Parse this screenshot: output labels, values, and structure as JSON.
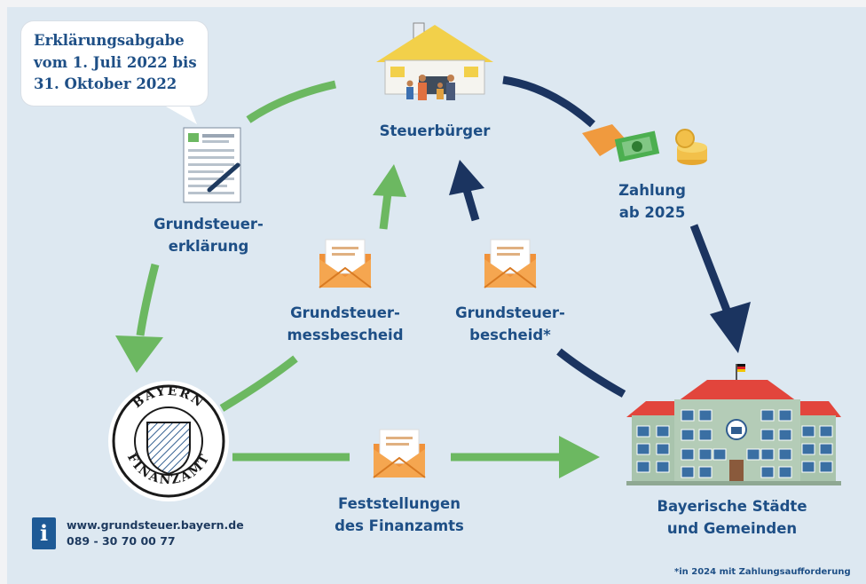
{
  "callout": {
    "line1": "Erklärungsabgabe",
    "line2": "vom 1. Juli 2022 bis",
    "line3": "31. Oktober 2022"
  },
  "nodes": {
    "steuerbuerger": "Steuerbürger",
    "erklaerung_line1": "Grundsteuer-",
    "erklaerung_line2": "erklärung",
    "zahlung_line1": "Zahlung",
    "zahlung_line2": "ab 2025",
    "messbescheid_line1": "Grundsteuer-",
    "messbescheid_line2": "messbescheid",
    "bescheid_line1": "Grundsteuer-",
    "bescheid_line2": "bescheid*",
    "feststellungen_line1": "Feststellungen",
    "feststellungen_line2": "des Finanzamts",
    "staedte_line1": "Bayerische Städte",
    "staedte_line2": "und Gemeinden"
  },
  "seal": {
    "top_text": "BAYERN",
    "bottom_text": "FINANZAMT"
  },
  "contact": {
    "info_glyph": "i",
    "website": "www.grundsteuer.bayern.de",
    "phone": "089 - 30 70 00 77"
  },
  "footnote": "*in 2024 mit Zahlungsaufforderung",
  "colors": {
    "background": "#dde8f1",
    "text_blue": "#1e4f86",
    "arrow_green": "#6cb861",
    "arrow_navy": "#1b3460",
    "envelope_orange": "#f0923a",
    "roof_red": "#e2453c",
    "building_green": "#a9c4ad"
  },
  "icons": {
    "house": "house-with-family-icon",
    "form": "tax-form-icon",
    "payment": "money-payment-icon",
    "envelope": "letter-envelope-icon",
    "seal": "bavaria-finanzamt-seal-icon",
    "town_hall": "town-hall-building-icon"
  }
}
